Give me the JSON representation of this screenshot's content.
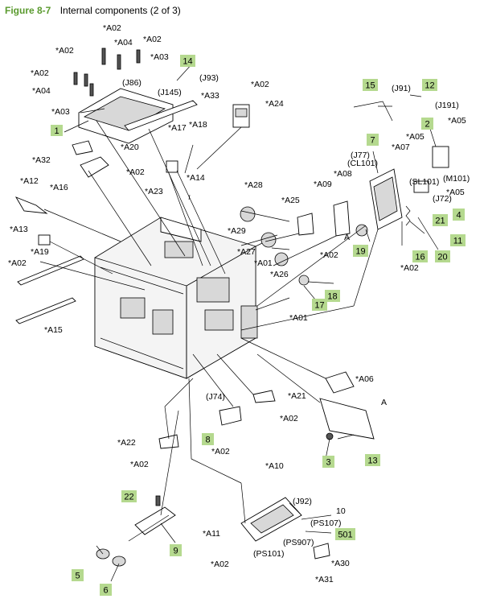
{
  "figure": {
    "number": "Figure 8-7",
    "title": "Internal components (2 of 3)"
  },
  "labels": {
    "a02_1": "*A02",
    "a02_2": "*A02",
    "a02_3": "*A02",
    "a02_4": "*A02",
    "a02_5": "*A02",
    "a02_6": "*A02",
    "a02_7": "*A02",
    "a02_8": "*A02",
    "a02_9": "*A02",
    "a02_10": "*A02",
    "a02_11": "*A02",
    "a02_12": "*A02",
    "a03_1": "*A03",
    "a03_2": "*A03",
    "a04_1": "*A04",
    "a04_2": "*A04",
    "a05_1": "*A05",
    "a05_2": "*A05",
    "a05_3": "*A05",
    "a06": "*A06",
    "a07": "*A07",
    "a08": "*A08",
    "a09": "*A09",
    "a10": "*A10",
    "a11": "*A11",
    "a12": "*A12",
    "a13": "*A13",
    "a14": "*A14",
    "a15": "*A15",
    "a16": "*A16",
    "a17": "*A17",
    "a18": "*A18",
    "a19": "*A19",
    "a20": "*A20",
    "a21": "*A21",
    "a22": "*A22",
    "a23": "*A23",
    "a24": "*A24",
    "a25": "*A25",
    "a26": "*A26",
    "a27": "*A27",
    "a28": "*A28",
    "a29": "*A29",
    "a30": "*A30",
    "a31": "*A31",
    "a32": "*A32",
    "a33": "*A33",
    "a01_1": "*A01",
    "a01_2": "*A01",
    "j86": "(J86)",
    "j93": "(J93)",
    "j145": "(J145)",
    "j91": "(J91)",
    "j191": "(J191)",
    "j77": "(J77)",
    "cl101": "(CL101)",
    "m101": "(M101)",
    "sl101": "(SL101)",
    "j72": "(J72)",
    "j74": "(J74)",
    "j92": "(J92)",
    "ps107": "(PS107)",
    "ps907": "(PS907)",
    "ps101": "(PS101)",
    "a_left": "A",
    "a_right": "A",
    "num10": "10"
  },
  "callouts": {
    "c1": "1",
    "c2": "2",
    "c3": "3",
    "c4": "4",
    "c5": "5",
    "c6": "6",
    "c7": "7",
    "c8": "8",
    "c9": "9",
    "c11": "11",
    "c12": "12",
    "c13": "13",
    "c14": "14",
    "c15": "15",
    "c16": "16",
    "c17": "17",
    "c18": "18",
    "c19": "19",
    "c20": "20",
    "c21": "21",
    "c22": "22",
    "c501": "501"
  },
  "colors": {
    "callout_fill": "#b5d98f",
    "figure_number": "#5a9a2e"
  }
}
